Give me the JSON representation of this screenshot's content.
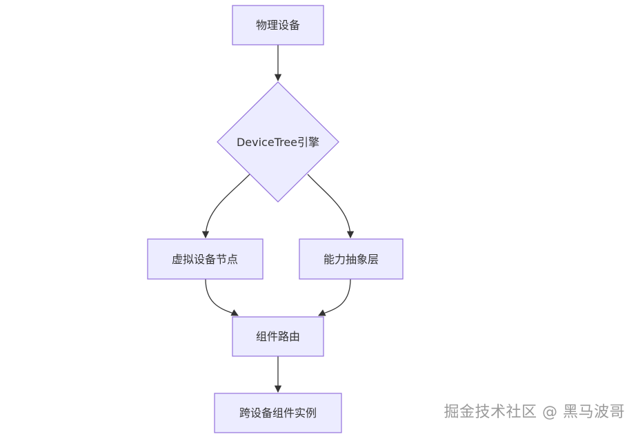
{
  "diagram": {
    "nodes": {
      "physical_device": "物理设备",
      "devicetree_engine": "DeviceTree引擎",
      "virtual_device_node": "虚拟设备节点",
      "capability_abstraction_layer": "能力抽象层",
      "component_routing": "组件路由",
      "cross_device_component_instance": "跨设备组件实例"
    }
  },
  "watermark": "掘金技术社区 @ 黑马波哥",
  "colors": {
    "node_fill": "#ECECFF",
    "node_stroke": "#9370DB",
    "edge": "#333333",
    "text": "#333333",
    "watermark": "#9a9a9a"
  }
}
